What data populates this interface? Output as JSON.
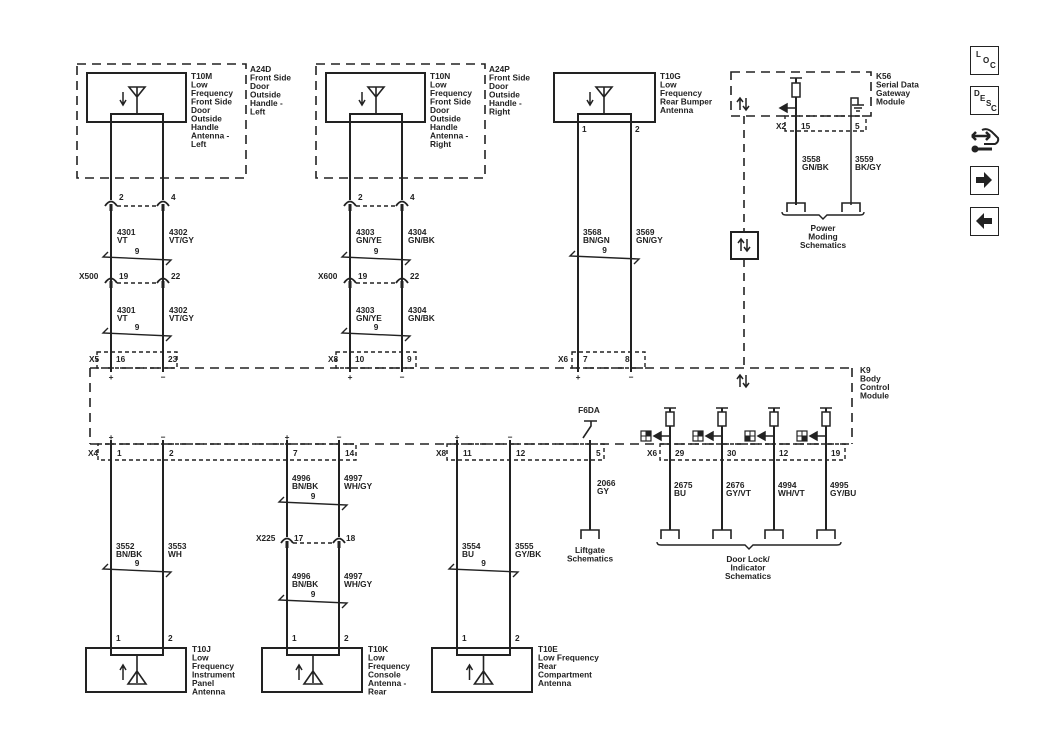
{
  "top_antennas": [
    {
      "module_id": "A24D",
      "module_desc": [
        "Front Side",
        "Door",
        "Outside",
        "Handle -",
        "Left"
      ],
      "antenna_id": "T10M",
      "antenna_desc": [
        "Low",
        "Frequency",
        "Front Side",
        "Door",
        "Outside",
        "Handle",
        "Antenna -",
        "Left"
      ],
      "pins": [
        "2",
        "4"
      ],
      "upper_wires": [
        {
          "circuit": "4301",
          "color": "VT"
        },
        {
          "circuit": "4302",
          "color": "VT/GY"
        }
      ],
      "inline": {
        "id": "X500",
        "pins": [
          "19",
          "22"
        ]
      },
      "lower_wires": [
        {
          "circuit": "4301",
          "color": "VT"
        },
        {
          "circuit": "4302",
          "color": "VT/GY"
        }
      ],
      "twist": "9",
      "bcm_connector": {
        "id": "X5",
        "pins": [
          "16",
          "23"
        ]
      }
    },
    {
      "module_id": "A24P",
      "module_desc": [
        "Front Side",
        "Door",
        "Outside",
        "Handle -",
        "Right"
      ],
      "antenna_id": "T10N",
      "antenna_desc": [
        "Low",
        "Frequency",
        "Front Side",
        "Door",
        "Outside",
        "Handle",
        "Antenna -",
        "Right"
      ],
      "pins": [
        "2",
        "4"
      ],
      "upper_wires": [
        {
          "circuit": "4303",
          "color": "GN/YE"
        },
        {
          "circuit": "4304",
          "color": "GN/BK"
        }
      ],
      "inline": {
        "id": "X600",
        "pins": [
          "19",
          "22"
        ]
      },
      "lower_wires": [
        {
          "circuit": "4303",
          "color": "GN/YE"
        },
        {
          "circuit": "4304",
          "color": "GN/BK"
        }
      ],
      "twist": "9",
      "bcm_connector": {
        "id": "X8",
        "pins": [
          "10",
          "9"
        ]
      }
    }
  ],
  "rear_bumper": {
    "antenna_id": "T10G",
    "antenna_desc": [
      "Low",
      "Frequency",
      "Rear Bumper",
      "Antenna"
    ],
    "pins": [
      "1",
      "2"
    ],
    "wires": [
      {
        "circuit": "3568",
        "color": "BN/GN"
      },
      {
        "circuit": "3569",
        "color": "GN/GY"
      }
    ],
    "twist": "9",
    "bcm_connector": {
      "id": "X6",
      "pins": [
        "7",
        "8"
      ]
    }
  },
  "gateway": {
    "module_id": "K56",
    "module_desc": [
      "Serial Data",
      "Gateway",
      "Module"
    ],
    "connector": {
      "id": "X2",
      "pins": [
        "15",
        "5"
      ]
    },
    "wires": [
      {
        "circuit": "3558",
        "color": "GN/BK"
      },
      {
        "circuit": "3559",
        "color": "BK/GY"
      }
    ],
    "destination": [
      "Power",
      "Moding",
      "Schematics"
    ]
  },
  "bcm": {
    "module_id": "K9",
    "module_desc": [
      "Body",
      "Control",
      "Module"
    ],
    "plus": "+",
    "minus": "−"
  },
  "bottom_connectors": [
    {
      "id": "X4"
    },
    {
      "id": "X8"
    },
    {
      "id": "X6"
    }
  ],
  "bottom_antennas": [
    {
      "antenna_id": "T10J",
      "antenna_desc": [
        "Low",
        "Frequency",
        "Instrument",
        "Panel",
        "Antenna"
      ],
      "bcm_pins": [
        "1",
        "2"
      ],
      "wires": [
        {
          "circuit": "3552",
          "color": "BN/BK"
        },
        {
          "circuit": "3553",
          "color": "WH"
        }
      ],
      "twist": "9",
      "pins": [
        "1",
        "2"
      ]
    },
    {
      "antenna_id": "T10K",
      "antenna_desc": [
        "Low",
        "Frequency",
        "Console",
        "Antenna -",
        "Rear"
      ],
      "bcm_pins": [
        "7",
        "14"
      ],
      "wires": [
        {
          "circuit": "4996",
          "color": "BN/BK"
        },
        {
          "circuit": "4997",
          "color": "WH/GY"
        }
      ],
      "inline": {
        "id": "X225",
        "pins": [
          "17",
          "18"
        ]
      },
      "lower_wires": [
        {
          "circuit": "4996",
          "color": "BN/BK"
        },
        {
          "circuit": "4997",
          "color": "WH/GY"
        }
      ],
      "twist": "9",
      "pins": [
        "1",
        "2"
      ]
    },
    {
      "antenna_id": "T10E",
      "antenna_desc": [
        "Low Frequency",
        "Rear",
        "Compartment",
        "Antenna"
      ],
      "bcm_pins": [
        "11",
        "12"
      ],
      "wires": [
        {
          "circuit": "3554",
          "color": "BU"
        },
        {
          "circuit": "3555",
          "color": "GY/BK"
        }
      ],
      "twist": "9",
      "pins": [
        "1",
        "2"
      ]
    }
  ],
  "liftgate": {
    "switch_id": "F6DA",
    "pin": "5",
    "wire": {
      "circuit": "2066",
      "color": "GY"
    },
    "destination": [
      "Liftgate",
      "Schematics"
    ]
  },
  "door_lock": {
    "lines": [
      {
        "pin": "29",
        "circuit": "2675",
        "color": "BU",
        "indicator_quadrant": "top-right"
      },
      {
        "pin": "30",
        "circuit": "2676",
        "color": "GY/VT",
        "indicator_quadrant": "top-right"
      },
      {
        "pin": "12",
        "circuit": "4994",
        "color": "WH/VT",
        "indicator_quadrant": "bottom-left"
      },
      {
        "pin": "19",
        "circuit": "4995",
        "color": "GY/BU",
        "indicator_quadrant": "bottom-right"
      }
    ],
    "destination": [
      "Door Lock/",
      "Indicator",
      "Schematics"
    ]
  },
  "toolbar": {
    "loc": {
      "icon": "loc-icon",
      "letters": [
        "L",
        "O",
        "C"
      ]
    },
    "desc": {
      "icon": "desc-icon",
      "letters": [
        "D",
        "E",
        "S",
        "C"
      ]
    },
    "connector": {
      "icon": "connector-wrench-icon"
    },
    "next": {
      "icon": "arrow-right-icon"
    },
    "prev": {
      "icon": "arrow-left-icon"
    }
  }
}
